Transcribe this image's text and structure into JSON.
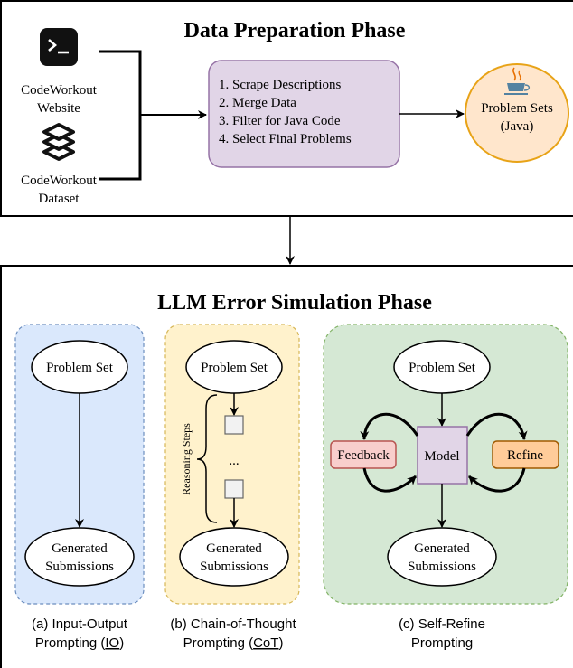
{
  "top_phase": {
    "title": "Data Preparation Phase",
    "source_1": {
      "line1": "CodeWorkout",
      "line2": "Website"
    },
    "source_2": {
      "line1": "CodeWorkout",
      "line2": "Dataset"
    },
    "steps": [
      "1. Scrape Descriptions",
      "2. Merge Data",
      "3. Filter for Java Code",
      "4. Select Final Problems"
    ],
    "output": {
      "line1": "Problem Sets",
      "line2": "(Java)"
    }
  },
  "bottom_phase": {
    "title": "LLM Error Simulation Phase",
    "io": {
      "input": "Problem Set",
      "output": {
        "line1": "Generated",
        "line2": "Submissions"
      },
      "caption": {
        "line1": "(a) Input-Output",
        "line2_prefix": "Prompting (",
        "abbr": "IO",
        "line2_suffix": ")"
      }
    },
    "cot": {
      "input": "Problem Set",
      "reasoning_label": "Reasoning Steps",
      "ellipsis": "...",
      "output": {
        "line1": "Generated",
        "line2": "Submissions"
      },
      "caption": {
        "line1": "(b) Chain-of-Thought",
        "line2_prefix": "Prompting (",
        "abbr": "CoT",
        "line2_suffix": ")"
      }
    },
    "self_refine": {
      "input": "Problem Set",
      "feedback": "Feedback",
      "model": "Model",
      "refine": "Refine",
      "output": {
        "line1": "Generated",
        "line2": "Submissions"
      },
      "caption": {
        "line1": "(c) Self-Refine",
        "line2": "Prompting"
      }
    }
  },
  "colors": {
    "steps_fill": "#e1d5e7",
    "steps_stroke": "#9673a6",
    "java_fill": "#ffe6cc",
    "java_stroke": "#e8a317",
    "io_fill": "#dae8fc",
    "io_stroke": "#6c8ebf",
    "cot_fill": "#fff2cc",
    "cot_stroke": "#d6b656",
    "sr_fill": "#d5e8d4",
    "sr_stroke": "#82b366",
    "feedback_fill": "#f8cecc",
    "feedback_stroke": "#b85450",
    "refine_fill": "#ffcc99",
    "refine_stroke": "#a05a00"
  }
}
